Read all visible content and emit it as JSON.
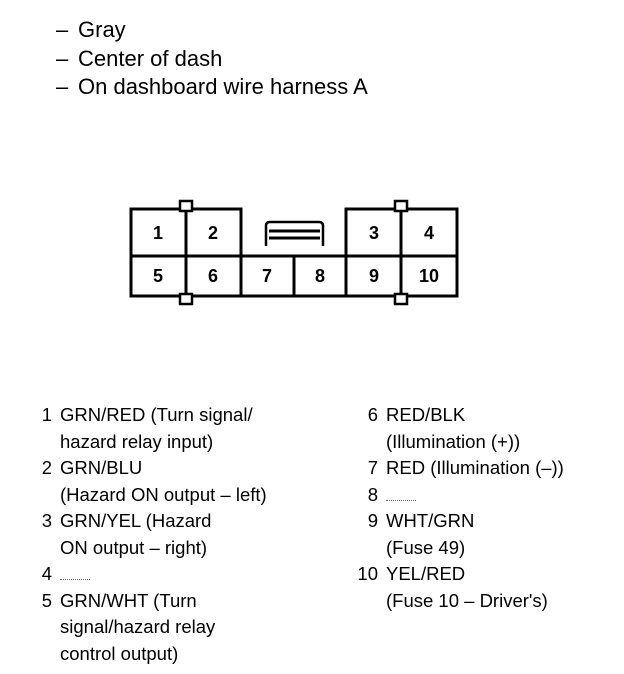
{
  "header": {
    "lines": [
      "Gray",
      "Center of dash",
      "On dashboard wire harness A"
    ],
    "dash": "–"
  },
  "connector": {
    "top_row": [
      "1",
      "2",
      "3",
      "4"
    ],
    "bottom_row": [
      "5",
      "6",
      "7",
      "8",
      "9",
      "10"
    ]
  },
  "pins_left": [
    {
      "num": "1",
      "lines": [
        "GRN/RED (Turn signal/",
        "hazard relay input)"
      ]
    },
    {
      "num": "2",
      "lines": [
        "GRN/BLU",
        "(Hazard ON output – left)"
      ]
    },
    {
      "num": "3",
      "lines": [
        "GRN/YEL (Hazard",
        "ON output – right)"
      ]
    },
    {
      "num": "4",
      "lines": [
        ""
      ]
    },
    {
      "num": "5",
      "lines": [
        "GRN/WHT (Turn",
        "signal/hazard relay",
        "control output)"
      ]
    }
  ],
  "pins_right": [
    {
      "num": "6",
      "lines": [
        "RED/BLK",
        "(Illumination (+))"
      ]
    },
    {
      "num": "7",
      "lines": [
        "RED (Illumination (–))"
      ]
    },
    {
      "num": "8",
      "lines": [
        ""
      ]
    },
    {
      "num": "9",
      "lines": [
        "WHT/GRN",
        "(Fuse 49)"
      ]
    },
    {
      "num": "10",
      "lines": [
        "YEL/RED",
        "(Fuse 10 – Driver's)"
      ]
    }
  ]
}
